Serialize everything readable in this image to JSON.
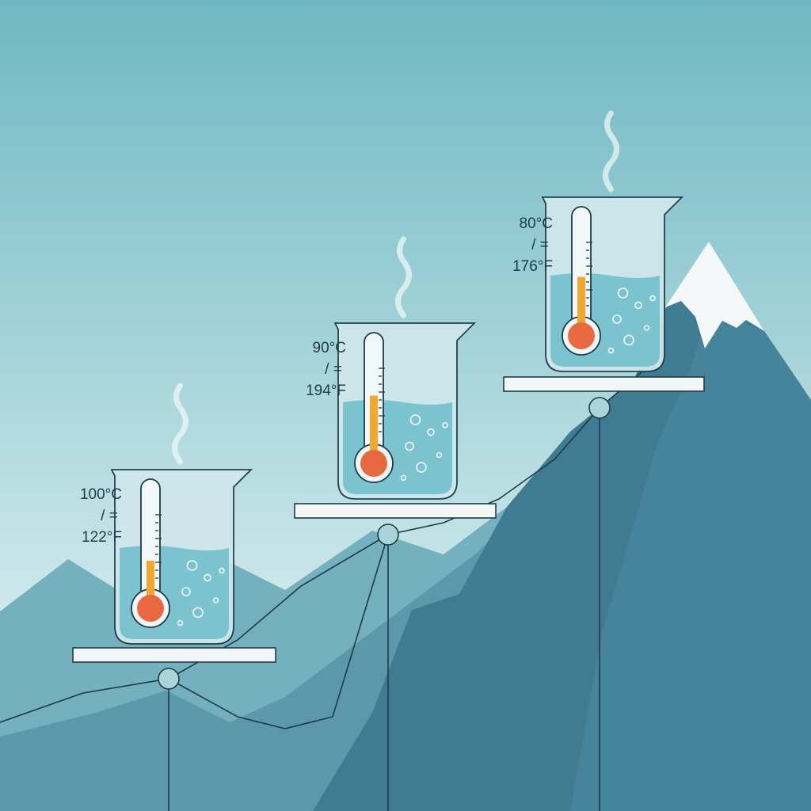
{
  "colors": {
    "sky_top": "#6fb7c3",
    "sky_bottom": "#d4ecec",
    "mountain_back": "#74b0bd",
    "mountain_mid": "#5c98aa",
    "mountain_front": "#3f7c92",
    "snow": "#f4f8f8",
    "line": "#1f3a48",
    "water": "#7cc3d0",
    "beaker_fill": "#cfe7ea",
    "mercury_hot": "#e8693f",
    "mercury_warm": "#f0a830",
    "platform": "#f2f6f6"
  },
  "stations": [
    {
      "temp_c": "100°C",
      "separator": "/ =",
      "temp_f": "122°F",
      "mercury_level": 0.35
    },
    {
      "temp_c": "90°C",
      "separator": "/ =",
      "temp_f": "194°F",
      "mercury_level": 0.52
    },
    {
      "temp_c": "80°C",
      "separator": "/ =",
      "temp_f": "176°F",
      "mercury_level": 0.45
    }
  ]
}
